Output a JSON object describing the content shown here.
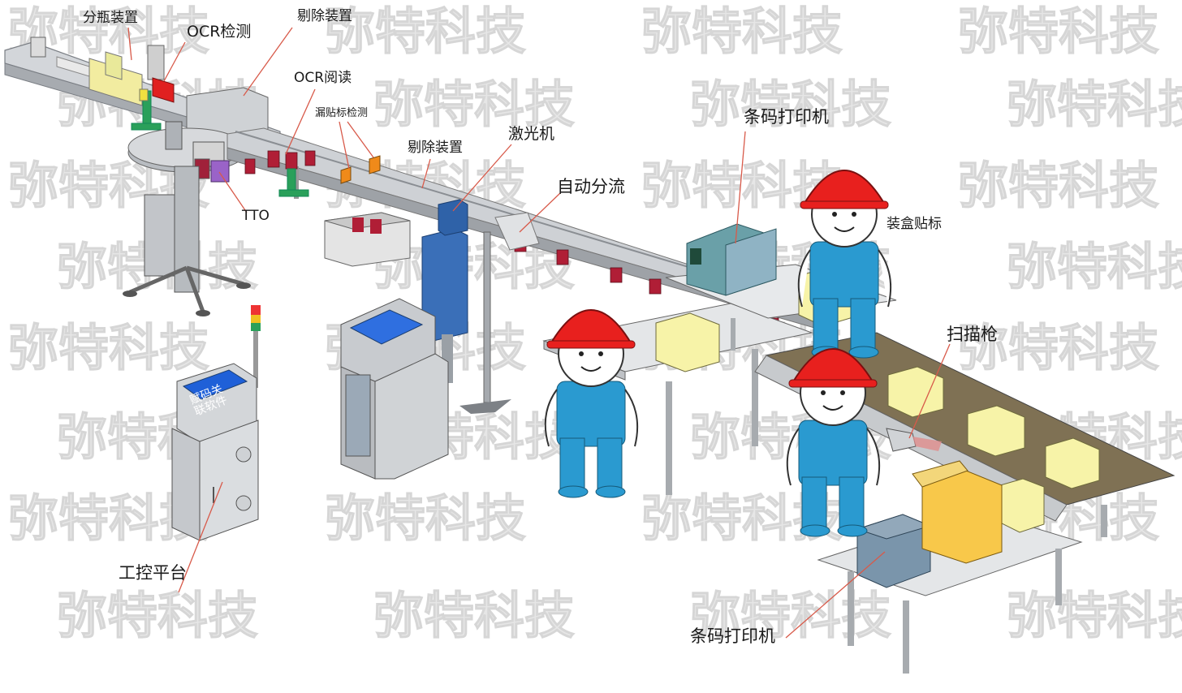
{
  "watermark": {
    "text": "弥特科技",
    "color": "#e6e6e6"
  },
  "labels": {
    "bottle_splitter": "分瓶装置",
    "ocr_detect": "OCR检测",
    "reject_1": "剔除装置",
    "ocr_read": "OCR阅读",
    "missing_label_detect": "漏贴标检测",
    "reject_2": "剔除装置",
    "laser": "激光机",
    "auto_divert": "自动分流",
    "tto": "TTO",
    "barcode_printer_top": "条码打印机",
    "box_labeling": "装盒贴标",
    "scanner": "扫描枪",
    "control_platform": "工控平台",
    "barcode_printer_bottom": "条码打印机"
  },
  "control_screen": {
    "line1": "赋码关",
    "line2": "联软件"
  },
  "colors": {
    "conveyor": "#c9ccd0",
    "conveyor_dark": "#8d9196",
    "helmet": "#e8201e",
    "overalls": "#2a9ad0",
    "box": "#f7f3a8",
    "box_orange": "#f8c84a",
    "printer": "#6aa0a8",
    "machine_blue": "#3a6fb8",
    "screen": "#2f6fe0",
    "leader_line": "#d85a4a",
    "belt": "#8a7a5c"
  }
}
